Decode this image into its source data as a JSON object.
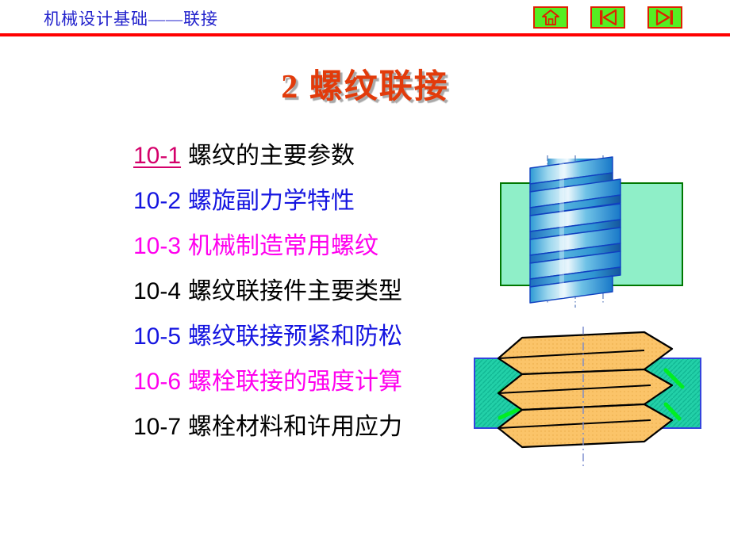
{
  "header": {
    "title": "机械设计基础——联接",
    "rule_color": "#FF0000",
    "title_color": "#2222CC",
    "buttons": [
      {
        "name": "home-button",
        "icon": "home-icon",
        "label": "首页"
      },
      {
        "name": "previous-button",
        "icon": "skip-back-icon",
        "label": "上一页"
      },
      {
        "name": "next-button",
        "icon": "skip-forward-icon",
        "label": "下一页"
      }
    ]
  },
  "slide": {
    "title": "2 螺纹联接",
    "title_color": "#E23B0B",
    "shadow_color": "#8C8C8C"
  },
  "outline": {
    "items": [
      {
        "num": "10-1",
        "text": "螺纹的主要参数",
        "num_color": "#D4006A",
        "text_color": "#000000",
        "underlined": true
      },
      {
        "num": "10-2",
        "text": "螺旋副力学特性",
        "num_color": "#1515E0",
        "text_color": "#1515E0",
        "underlined": false
      },
      {
        "num": "10-3",
        "text": "机械制造常用螺纹",
        "num_color": "#FF00EE",
        "text_color": "#FF00EE",
        "underlined": false
      },
      {
        "num": "10-4",
        "text": "螺纹联接件主要类型",
        "num_color": "#000000",
        "text_color": "#000000",
        "underlined": false
      },
      {
        "num": "10-5",
        "text": "螺纹联接预紧和防松",
        "num_color": "#1515E0",
        "text_color": "#1515E0",
        "underlined": false
      },
      {
        "num": "10-6",
        "text": "螺栓联接的强度计算",
        "num_color": "#FF00EE",
        "text_color": "#FF00EE",
        "underlined": false
      },
      {
        "num": "10-7",
        "text": "螺栓材料和许用应力",
        "num_color": "#000000",
        "text_color": "#000000",
        "underlined": false
      }
    ]
  },
  "figures": [
    {
      "name": "screw-thread-diagram",
      "description": "螺旋线三维示意图 — 蓝色螺旋穿过浅绿色方块",
      "colors": {
        "block_fill": "#8FEFC8",
        "block_stroke": "#007700",
        "thread_light": "#DFF3FB",
        "thread_mid": "#4FB6E0",
        "thread_dark": "#1878C8",
        "thread_stroke": "#1040C0",
        "centerline": "#5577BB"
      }
    },
    {
      "name": "thread-engagement-section",
      "description": "螺纹牙型啮合剖面图 — 橙色牙型与青色母体",
      "colors": {
        "body_fill": "#22D0A8",
        "body_stroke": "#3344DD",
        "tooth_fill": "#FBC469",
        "tooth_stroke": "#000000",
        "highlight": "#00EE22",
        "centerline": "#7788CC"
      }
    }
  ]
}
